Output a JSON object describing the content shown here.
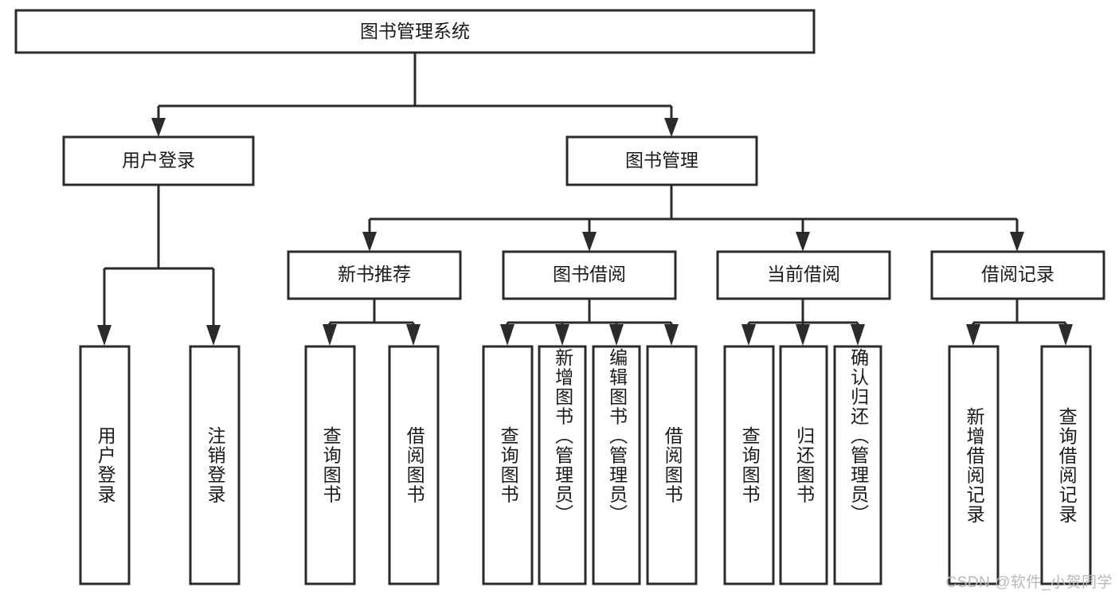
{
  "diagram": {
    "title": "图书管理系统",
    "type": "tree-hierarchy-diagram",
    "colors": {
      "stroke": "#2b2b2b",
      "fill": "#ffffff",
      "text": "#1a1a1a",
      "background": "#ffffff",
      "watermark": "#b9b9b9"
    },
    "root": {
      "label": "图书管理系统"
    },
    "level2": [
      {
        "label": "用户登录"
      },
      {
        "label": "图书管理"
      }
    ],
    "level3": [
      {
        "label": "新书推荐"
      },
      {
        "label": "图书借阅"
      },
      {
        "label": "当前借阅"
      },
      {
        "label": "借阅记录"
      }
    ],
    "leaves": {
      "user_login": [
        {
          "label": "用户登录"
        },
        {
          "label": "注销登录"
        }
      ],
      "new_book_recommend": [
        {
          "label": "查询图书"
        },
        {
          "label": "借阅图书"
        }
      ],
      "book_borrow": [
        {
          "label": "查询图书"
        },
        {
          "label": "新增图书（管理员）"
        },
        {
          "label": "编辑图书（管理员）"
        },
        {
          "label": "借阅图书"
        }
      ],
      "current_borrow": [
        {
          "label": "查询图书"
        },
        {
          "label": "归还图书"
        },
        {
          "label": "确认归还（管理员）"
        }
      ],
      "borrow_record": [
        {
          "label": "新增借阅记录"
        },
        {
          "label": "查询借阅记录"
        }
      ]
    },
    "watermark": "CSDN @软件_小贺同学"
  }
}
